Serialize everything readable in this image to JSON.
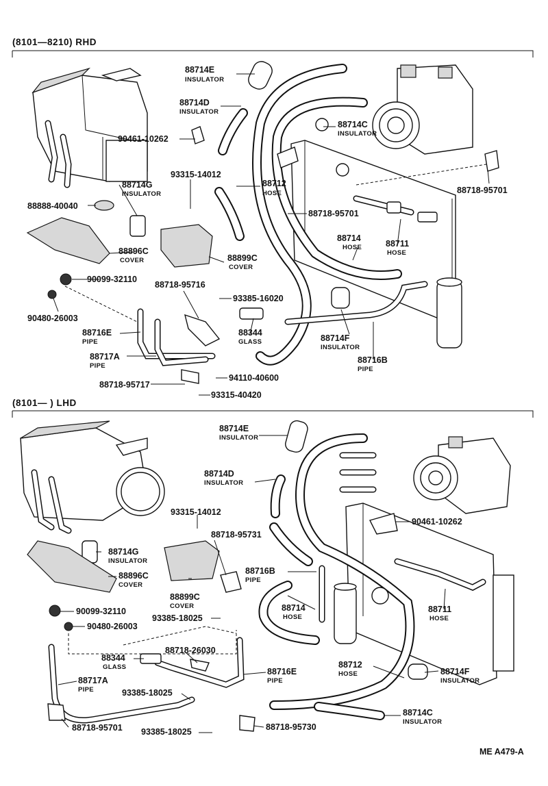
{
  "sections": [
    {
      "title": "(8101—8210) RHD",
      "callouts": [
        {
          "id": "r-88714e",
          "pn": "88714E",
          "name": "INSULATOR"
        },
        {
          "id": "r-88714d",
          "pn": "88714D",
          "name": "INSULATOR"
        },
        {
          "id": "r-90461",
          "pn": "90461-10262",
          "name": ""
        },
        {
          "id": "r-88714c",
          "pn": "88714C",
          "name": "INSULATOR"
        },
        {
          "id": "r-93315a",
          "pn": "93315-14012",
          "name": ""
        },
        {
          "id": "r-88712",
          "pn": "88712",
          "name": "HOSE"
        },
        {
          "id": "r-88714g",
          "pn": "88714G",
          "name": "INSULATOR"
        },
        {
          "id": "r-88718-95701a",
          "pn": "88718-95701",
          "name": ""
        },
        {
          "id": "r-88888",
          "pn": "88888-40040",
          "name": ""
        },
        {
          "id": "r-88718-95701b",
          "pn": "88718-95701",
          "name": ""
        },
        {
          "id": "r-88714",
          "pn": "88714",
          "name": "HOSE"
        },
        {
          "id": "r-88711",
          "pn": "88711",
          "name": "HOSE"
        },
        {
          "id": "r-88896c",
          "pn": "88896C",
          "name": "COVER"
        },
        {
          "id": "r-88899c",
          "pn": "88899C",
          "name": "COVER"
        },
        {
          "id": "r-90099",
          "pn": "90099-32110",
          "name": ""
        },
        {
          "id": "r-88718-95716",
          "pn": "88718-95716",
          "name": ""
        },
        {
          "id": "r-93385-16020",
          "pn": "93385-16020",
          "name": ""
        },
        {
          "id": "r-90480",
          "pn": "90480-26003",
          "name": ""
        },
        {
          "id": "r-88716e",
          "pn": "88716E",
          "name": "PIPE"
        },
        {
          "id": "r-88344",
          "pn": "88344",
          "name": "GLASS"
        },
        {
          "id": "r-88714f",
          "pn": "88714F",
          "name": "INSULATOR"
        },
        {
          "id": "r-88717a",
          "pn": "88717A",
          "name": "PIPE"
        },
        {
          "id": "r-88716b",
          "pn": "88716B",
          "name": "PIPE"
        },
        {
          "id": "r-88718-95717",
          "pn": "88718-95717",
          "name": ""
        },
        {
          "id": "r-94110",
          "pn": "94110-40600",
          "name": ""
        },
        {
          "id": "r-93315b",
          "pn": "93315-40420",
          "name": ""
        }
      ]
    },
    {
      "title": "(8101—        ) LHD",
      "callouts": [
        {
          "id": "l-88714e",
          "pn": "88714E",
          "name": "INSULATOR"
        },
        {
          "id": "l-88714d",
          "pn": "88714D",
          "name": "INSULATOR"
        },
        {
          "id": "l-93315",
          "pn": "93315-14012",
          "name": ""
        },
        {
          "id": "l-90461",
          "pn": "90461-10262",
          "name": ""
        },
        {
          "id": "l-88718-95731",
          "pn": "88718-95731",
          "name": ""
        },
        {
          "id": "l-88714g",
          "pn": "88714G",
          "name": "INSULATOR"
        },
        {
          "id": "l-88716b",
          "pn": "88716B",
          "name": "PIPE"
        },
        {
          "id": "l-88896c",
          "pn": "88896C",
          "name": "COVER"
        },
        {
          "id": "l-88899c",
          "pn": "88899C",
          "name": "COVER"
        },
        {
          "id": "l-88714",
          "pn": "88714",
          "name": "HOSE"
        },
        {
          "id": "l-88711",
          "pn": "88711",
          "name": "HOSE"
        },
        {
          "id": "l-90099",
          "pn": "90099-32110",
          "name": ""
        },
        {
          "id": "l-93385a",
          "pn": "93385-18025",
          "name": ""
        },
        {
          "id": "l-90480",
          "pn": "90480-26003",
          "name": ""
        },
        {
          "id": "l-88718-26030",
          "pn": "88718-26030",
          "name": ""
        },
        {
          "id": "l-88344",
          "pn": "88344",
          "name": "GLASS"
        },
        {
          "id": "l-88712",
          "pn": "88712",
          "name": "HOSE"
        },
        {
          "id": "l-88714f",
          "pn": "88714F",
          "name": "INSULATOR"
        },
        {
          "id": "l-88716e",
          "pn": "88716E",
          "name": "PIPE"
        },
        {
          "id": "l-88717a",
          "pn": "88717A",
          "name": "PIPE"
        },
        {
          "id": "l-93385b",
          "pn": "93385-18025",
          "name": ""
        },
        {
          "id": "l-88714c",
          "pn": "88714C",
          "name": "INSULATOR"
        },
        {
          "id": "l-88718-95701",
          "pn": "88718-95701",
          "name": ""
        },
        {
          "id": "l-93385c",
          "pn": "93385-18025",
          "name": ""
        },
        {
          "id": "l-88718-95730",
          "pn": "88718-95730",
          "name": ""
        }
      ]
    }
  ],
  "footer": {
    "code": "ME  A479-A"
  }
}
